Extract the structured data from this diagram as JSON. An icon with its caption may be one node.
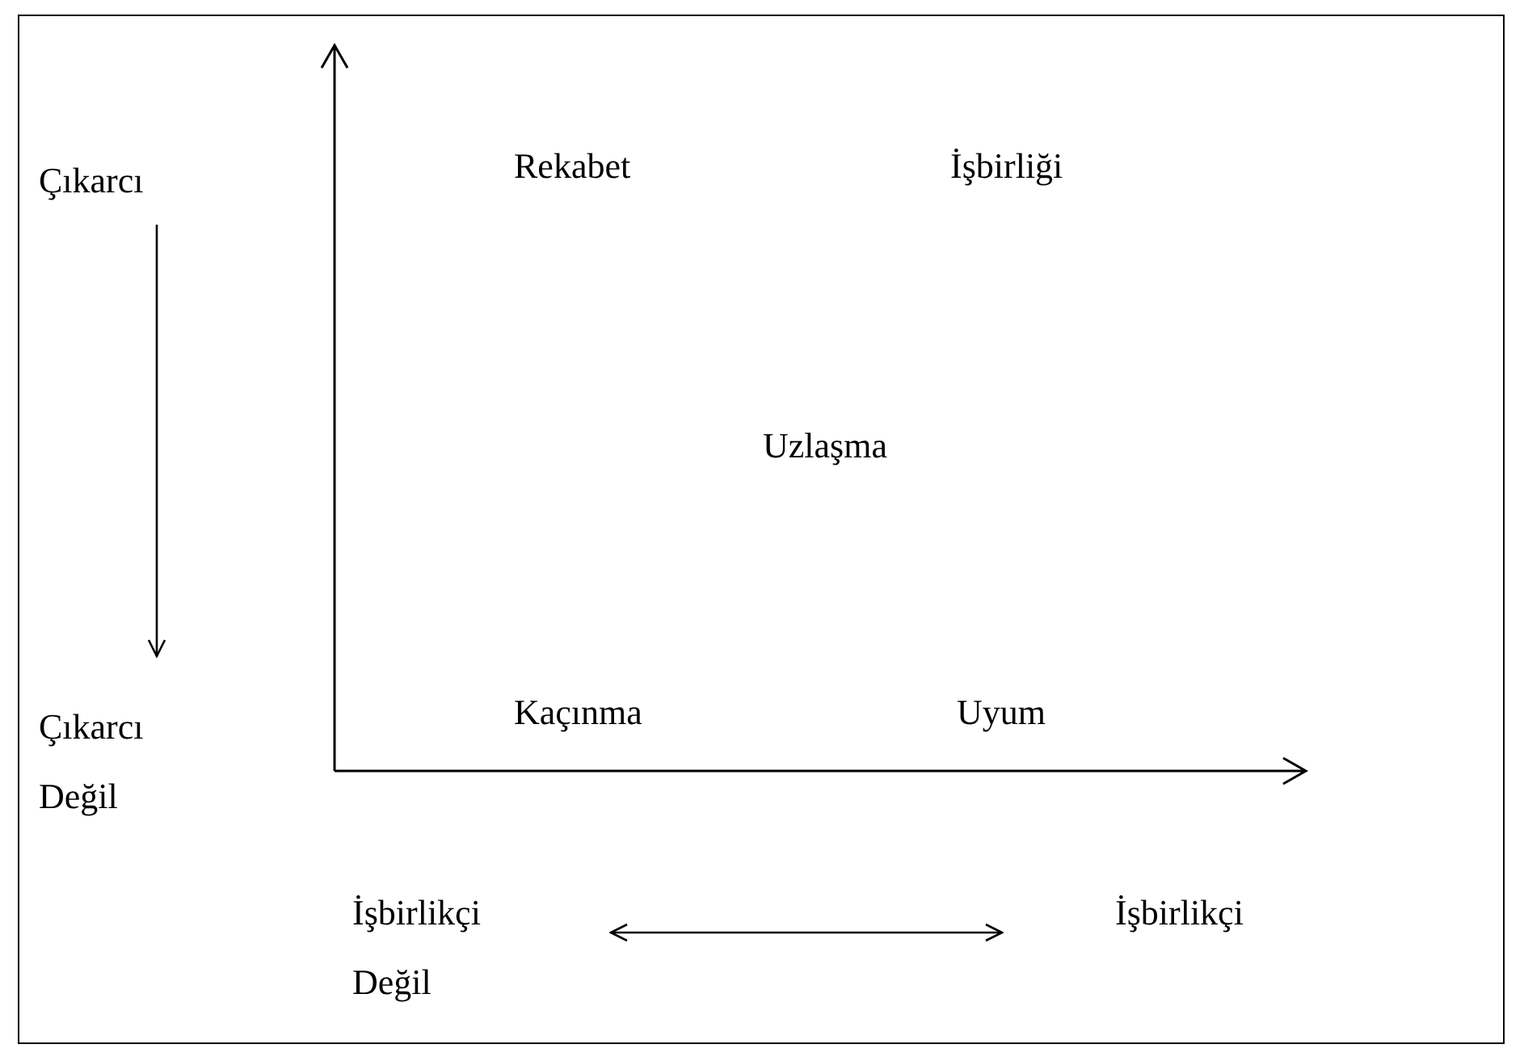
{
  "diagram": {
    "nodes": [
      {
        "text": [
          "Çıkarcı"
        ]
      },
      {
        "text": [
          "Çıkarcı Değil"
        ]
      },
      {
        "text": [
          "İşbirlikçi Değil"
        ]
      },
      {
        "text": [
          "İşbirlikçi"
        ]
      }
    ],
    "edges": [
      {
        "from": 0,
        "to": 1,
        "arrow": "to"
      },
      {
        "from": 2,
        "to": 3,
        "arrow": "both"
      }
    ],
    "labels": [
      "Rekabet",
      "İşbirliği",
      "Uzlaşma",
      "Kaçınma",
      "Uyum"
    ]
  }
}
